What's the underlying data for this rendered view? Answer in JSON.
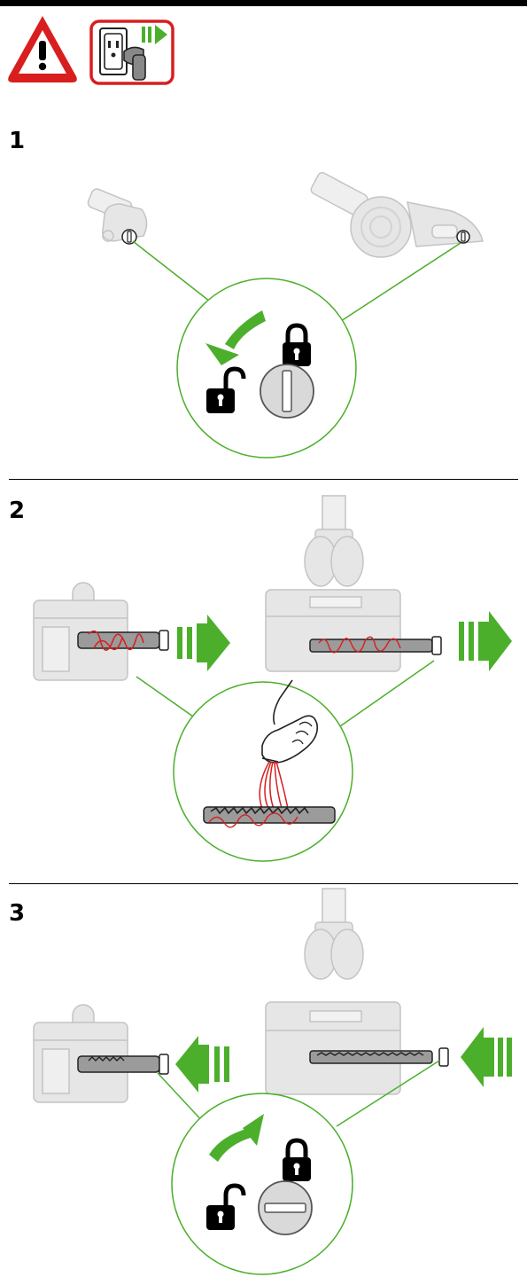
{
  "header": {
    "warning_icon": "warning-triangle-icon",
    "unplug_icon": "unplug-icon"
  },
  "steps": [
    {
      "number": "1",
      "action": "unlock-brushbar-endcap"
    },
    {
      "number": "2",
      "action": "remove-brushbar-and-clear-hair"
    },
    {
      "number": "3",
      "action": "replace-brushbar-and-lock"
    }
  ],
  "colors": {
    "accent_green": "#4caf2b",
    "hair_red": "#d81e1e",
    "warning_red": "#d81e1e",
    "product_grey": "#e3e3e3",
    "outline_grey": "#bdbdbd"
  }
}
